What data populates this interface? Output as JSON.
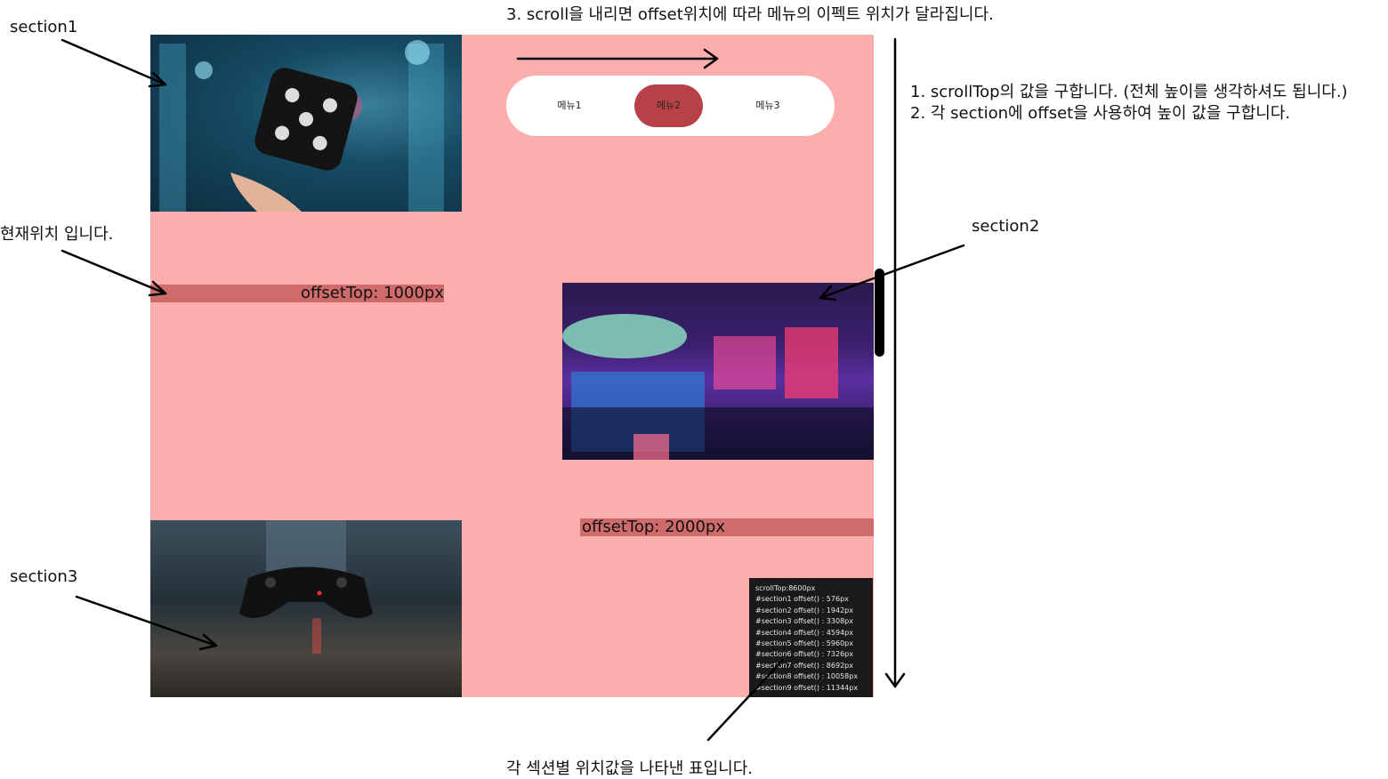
{
  "annotations": {
    "top_note": "3. scroll을 내리면 offset위치에 따라 메뉴의 이펙트 위치가 달라집니다.",
    "right_note_1": "1. scrollTop의 값을 구합니다. (전체 높이를 생각하셔도 됩니다.)",
    "right_note_2": "2. 각 section에 offset을 사용하여 높이 값을 구합니다.",
    "section1": "section1",
    "current_position": "현재위치 입니다.",
    "section2": "section2",
    "section3": "section3",
    "bottom_note": "각 섹션별 위치값을 나타낸 표입니다."
  },
  "menu": {
    "items": [
      {
        "label": "메뉴1"
      },
      {
        "label": "메뉴2",
        "active": true
      },
      {
        "label": "메뉴3"
      }
    ]
  },
  "offsets": {
    "bar1": "offsetTop: 1000px",
    "bar2": "offsetTop: 2000px"
  },
  "info_box": {
    "lines": [
      "scrollTop:8600px",
      "#section1 offset() : 576px",
      "#section2 offset() : 1942px",
      "#section3 offset() : 3308px",
      "#section4 offset() : 4594px",
      "#section5 offset() : 5960px",
      "#section6 offset() : 7326px",
      "#section7 offset() : 8692px",
      "#section8 offset() : 10058px",
      "#section9 offset() : 11344px"
    ]
  },
  "colors": {
    "panel": "#fcaeae",
    "active_menu": "#b84147",
    "offset_bar": "#cf6b6b",
    "info_bg": "#1a1a1a"
  },
  "icons": [
    "arrow-right-icon",
    "arrow-down-icon",
    "pointer-arrow-icon"
  ]
}
